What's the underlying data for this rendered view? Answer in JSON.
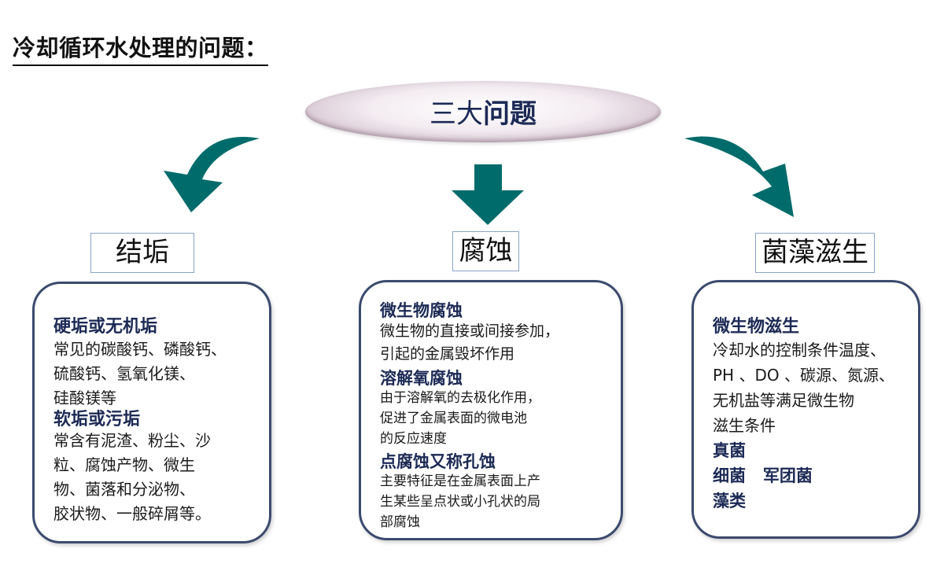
{
  "title": "冷却循环水处理的问题：",
  "center": {
    "normal": "三大",
    "bold": "问题"
  },
  "colors": {
    "arrow": "#006b6b",
    "box_border": "#3b4a6e",
    "heading": "#1c2a55"
  },
  "categories": [
    {
      "label": "结垢"
    },
    {
      "label": "腐蚀"
    },
    {
      "label": "菌藻滋生"
    }
  ],
  "scaling": {
    "heading1": "硬垢或无机垢",
    "text1": [
      "常见的碳酸钙、磷酸钙、",
      "硫酸钙、氢氧化镁、",
      "硅酸镁等"
    ],
    "heading2": "软垢或污垢",
    "text2": [
      "常含有泥渣、粉尘、沙",
      "粒、腐蚀产物、微生",
      "物、菌落和分泌物、",
      "胶状物、一般碎屑等。"
    ]
  },
  "corrosion": {
    "heading1": "微生物腐蚀",
    "text1": [
      "微生物的直接或间接参加，",
      "引起的金属毁坏作用"
    ],
    "heading2": "溶解氧腐蚀",
    "text2": [
      "由于溶解氧的去极化作用，",
      "促进了金属表面的微电池",
      "的反应速度"
    ],
    "heading3": "点腐蚀又称孔蚀",
    "text3": [
      "主要特征是在金属表面上产",
      "生某些呈点状或小孔状的局",
      "部腐蚀"
    ]
  },
  "bio": {
    "heading1": "微生物滋生",
    "text1": [
      "冷却水的控制条件温度、",
      "PH 、DO 、碳源、氮源、",
      "无机盐等满足微生物",
      "滋生条件"
    ],
    "item1": "真菌",
    "item2": "细菌   军团菌",
    "item3": "藻类"
  }
}
